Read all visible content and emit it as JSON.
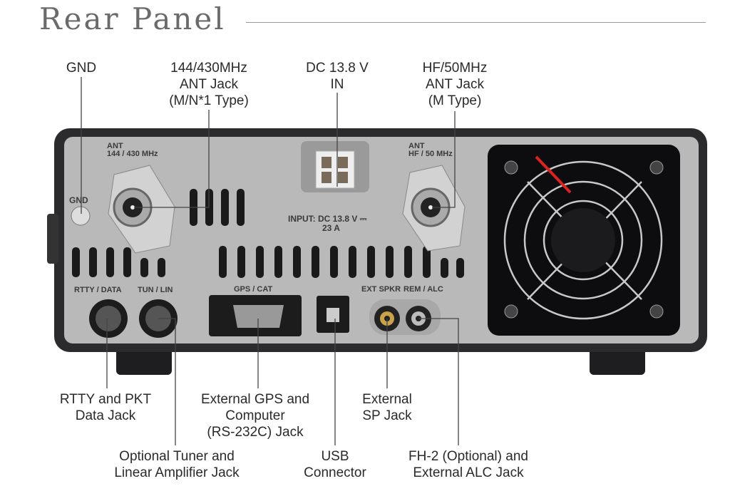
{
  "title": "Rear Panel",
  "callouts_top": {
    "gnd": [
      "GND"
    ],
    "vhf_ant": [
      "144/430MHz",
      "ANT Jack",
      "(M/N*1 Type)"
    ],
    "dc_in": [
      "DC 13.8 V",
      "IN"
    ],
    "hf_ant": [
      "HF/50MHz",
      "ANT Jack",
      "(M Type)"
    ]
  },
  "callouts_bottom": {
    "rtty": [
      "RTTY and PKT",
      "Data Jack"
    ],
    "gps": [
      "External GPS and",
      "Computer",
      "(RS-232C) Jack"
    ],
    "ext_sp": [
      "External",
      "SP Jack"
    ],
    "tuner": [
      "Optional Tuner and",
      "Linear Amplifier Jack"
    ],
    "usb": [
      "USB",
      "Connector"
    ],
    "fh2": [
      "FH-2 (Optional) and",
      "External ALC Jack"
    ]
  },
  "panel_markings": {
    "ant_vhf": [
      "ANT",
      "144 / 430 MHz"
    ],
    "ant_hf": [
      "ANT",
      "HF / 50 MHz"
    ],
    "gnd": "GND",
    "input": [
      "INPUT: DC 13.8 V ⎓",
      "23 A"
    ],
    "rtty_data": "RTTY / DATA",
    "tun_lin": "TUN / LIN",
    "gps_cat": "GPS / CAT",
    "ext_spkr": "EXT SPKR",
    "rem_alc": "REM / ALC"
  },
  "colors": {
    "panel": "#b9b9b9",
    "chassis": "#2b2b2d",
    "fan": "#0d0d0f",
    "leader": "#444444"
  }
}
